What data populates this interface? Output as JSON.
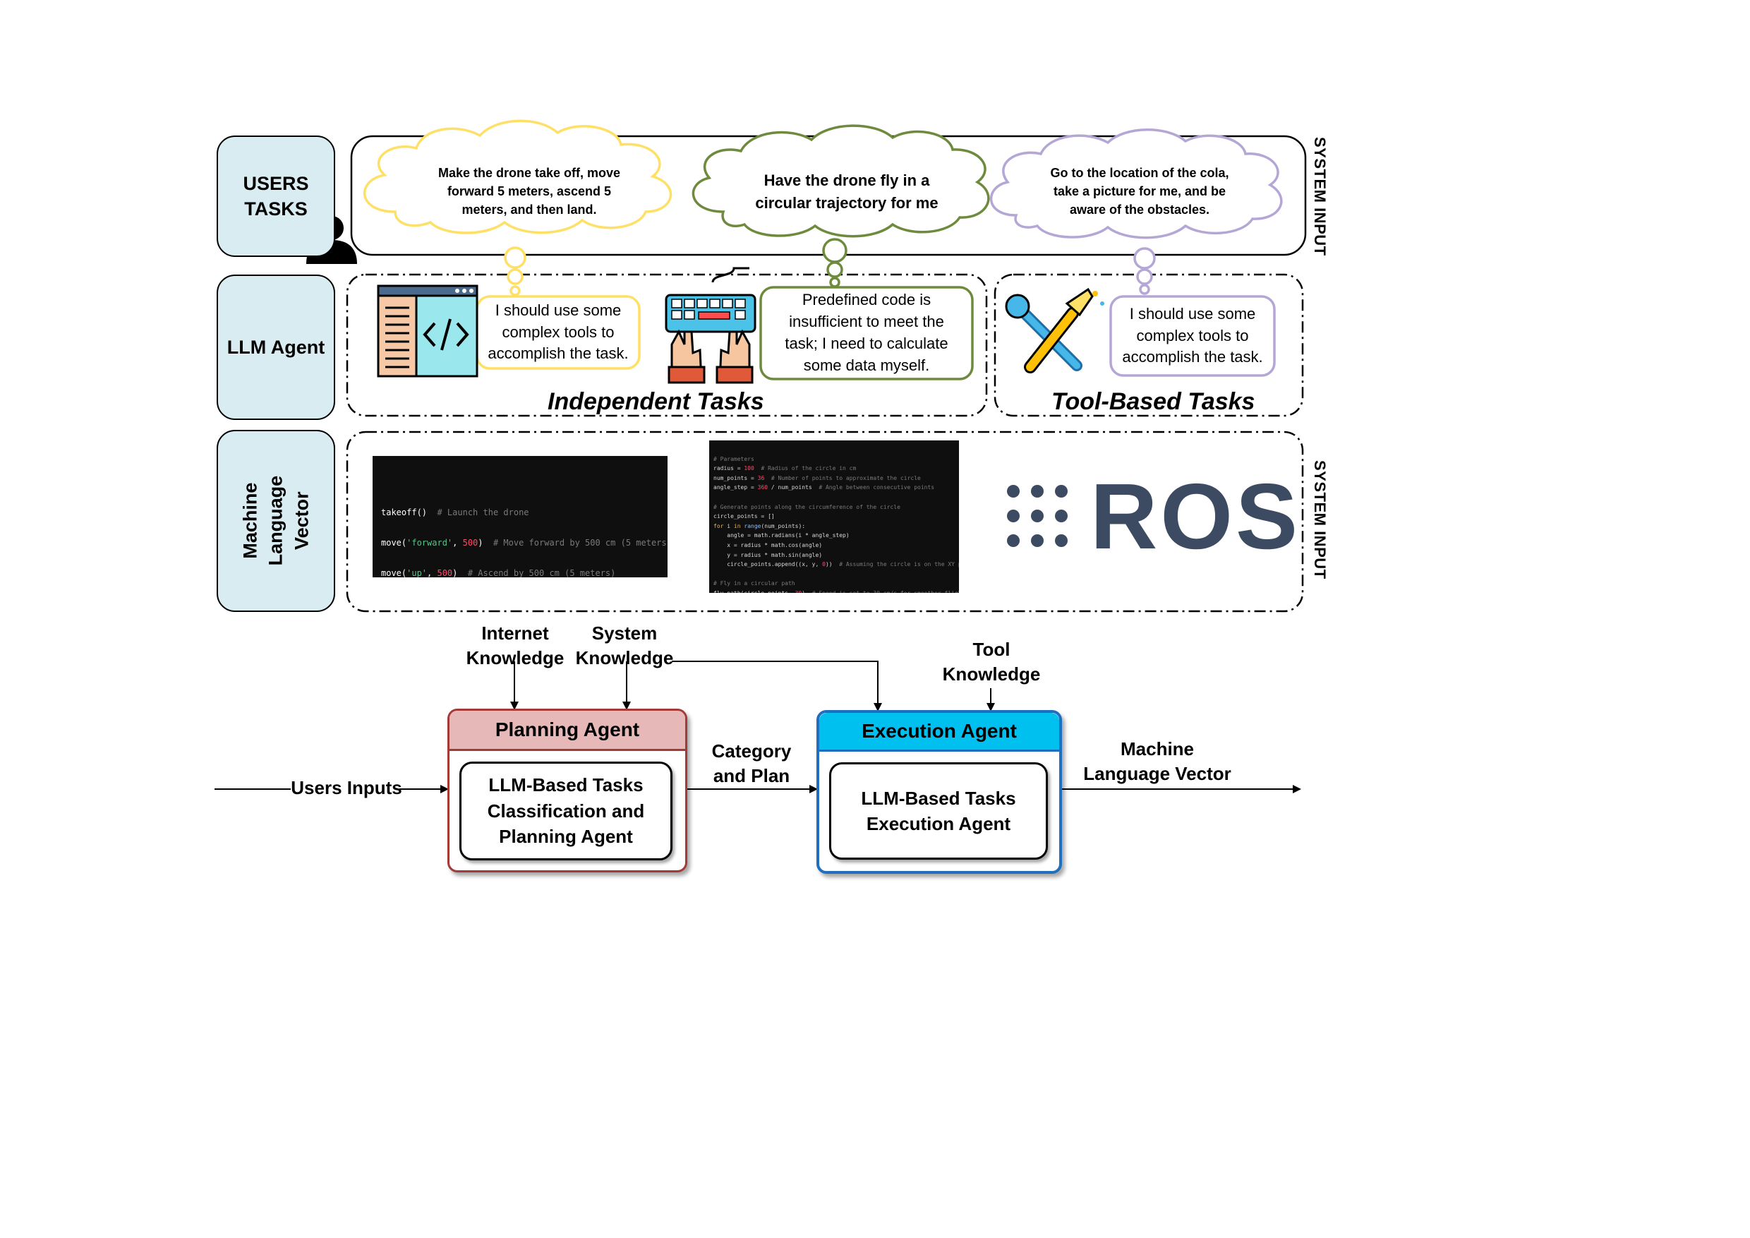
{
  "rows": {
    "users_tasks": "USERS\nTASKS",
    "llm_agent": "LLM Agent",
    "machine_language_vector": "Machine Language\nVector"
  },
  "system_input_top": "SYSTEM INPUT",
  "system_input_bottom": "SYSTEM INPUT",
  "user_tasks": {
    "task1": "Make the drone take off, move\nforward 5 meters, ascend 5\nmeters, and then land.",
    "task2": "Have the drone fly in a\ncircular trajectory for me",
    "task3": "Go to the location of the cola,\ntake a picture for me, and be\naware of the obstacles."
  },
  "agent_thoughts": {
    "thought1": "I should use some\ncomplex tools to\naccomplish the task.",
    "thought2": "Predefined code is\ninsufficient to meet the\ntask; I need to calculate\nsome data myself.",
    "thought3": "I should use some\ncomplex tools to\naccomplish the task."
  },
  "groups": {
    "independent": "Independent Tasks",
    "tool_based": "Tool-Based Tasks"
  },
  "ros_logo": "ROS",
  "flow": {
    "internet_knowledge": "Internet\nKnowledge",
    "system_knowledge": "System\nKnowledge",
    "tool_knowledge": "Tool\nKnowledge",
    "users_inputs": "Users Inputs",
    "category_and_plan": "Category\nand Plan",
    "machine_language_vector": "Machine\nLanguage Vector",
    "planning_agent_title": "Planning Agent",
    "planning_agent_body": "LLM-Based Tasks\nClassification and\nPlanning Agent",
    "execution_agent_title": "Execution Agent",
    "execution_agent_body": "LLM-Based Tasks\nExecution Agent"
  },
  "colors": {
    "row_label_bg": "#d9ecf2",
    "cloud_yellow": "#ffe066",
    "cloud_green": "#6e8b3d",
    "cloud_purple": "#b4a7d6",
    "planning_border": "#a33a36",
    "planning_header": "#e6b8b7",
    "execution_border": "#1f6fc0",
    "execution_header": "#00c0f0",
    "ros_text": "#3c4a62"
  },
  "icons": [
    "person-silhouette-icon",
    "code-editor-icon",
    "keyboard-hands-icon",
    "tools-wrench-screwdriver-icon"
  ]
}
